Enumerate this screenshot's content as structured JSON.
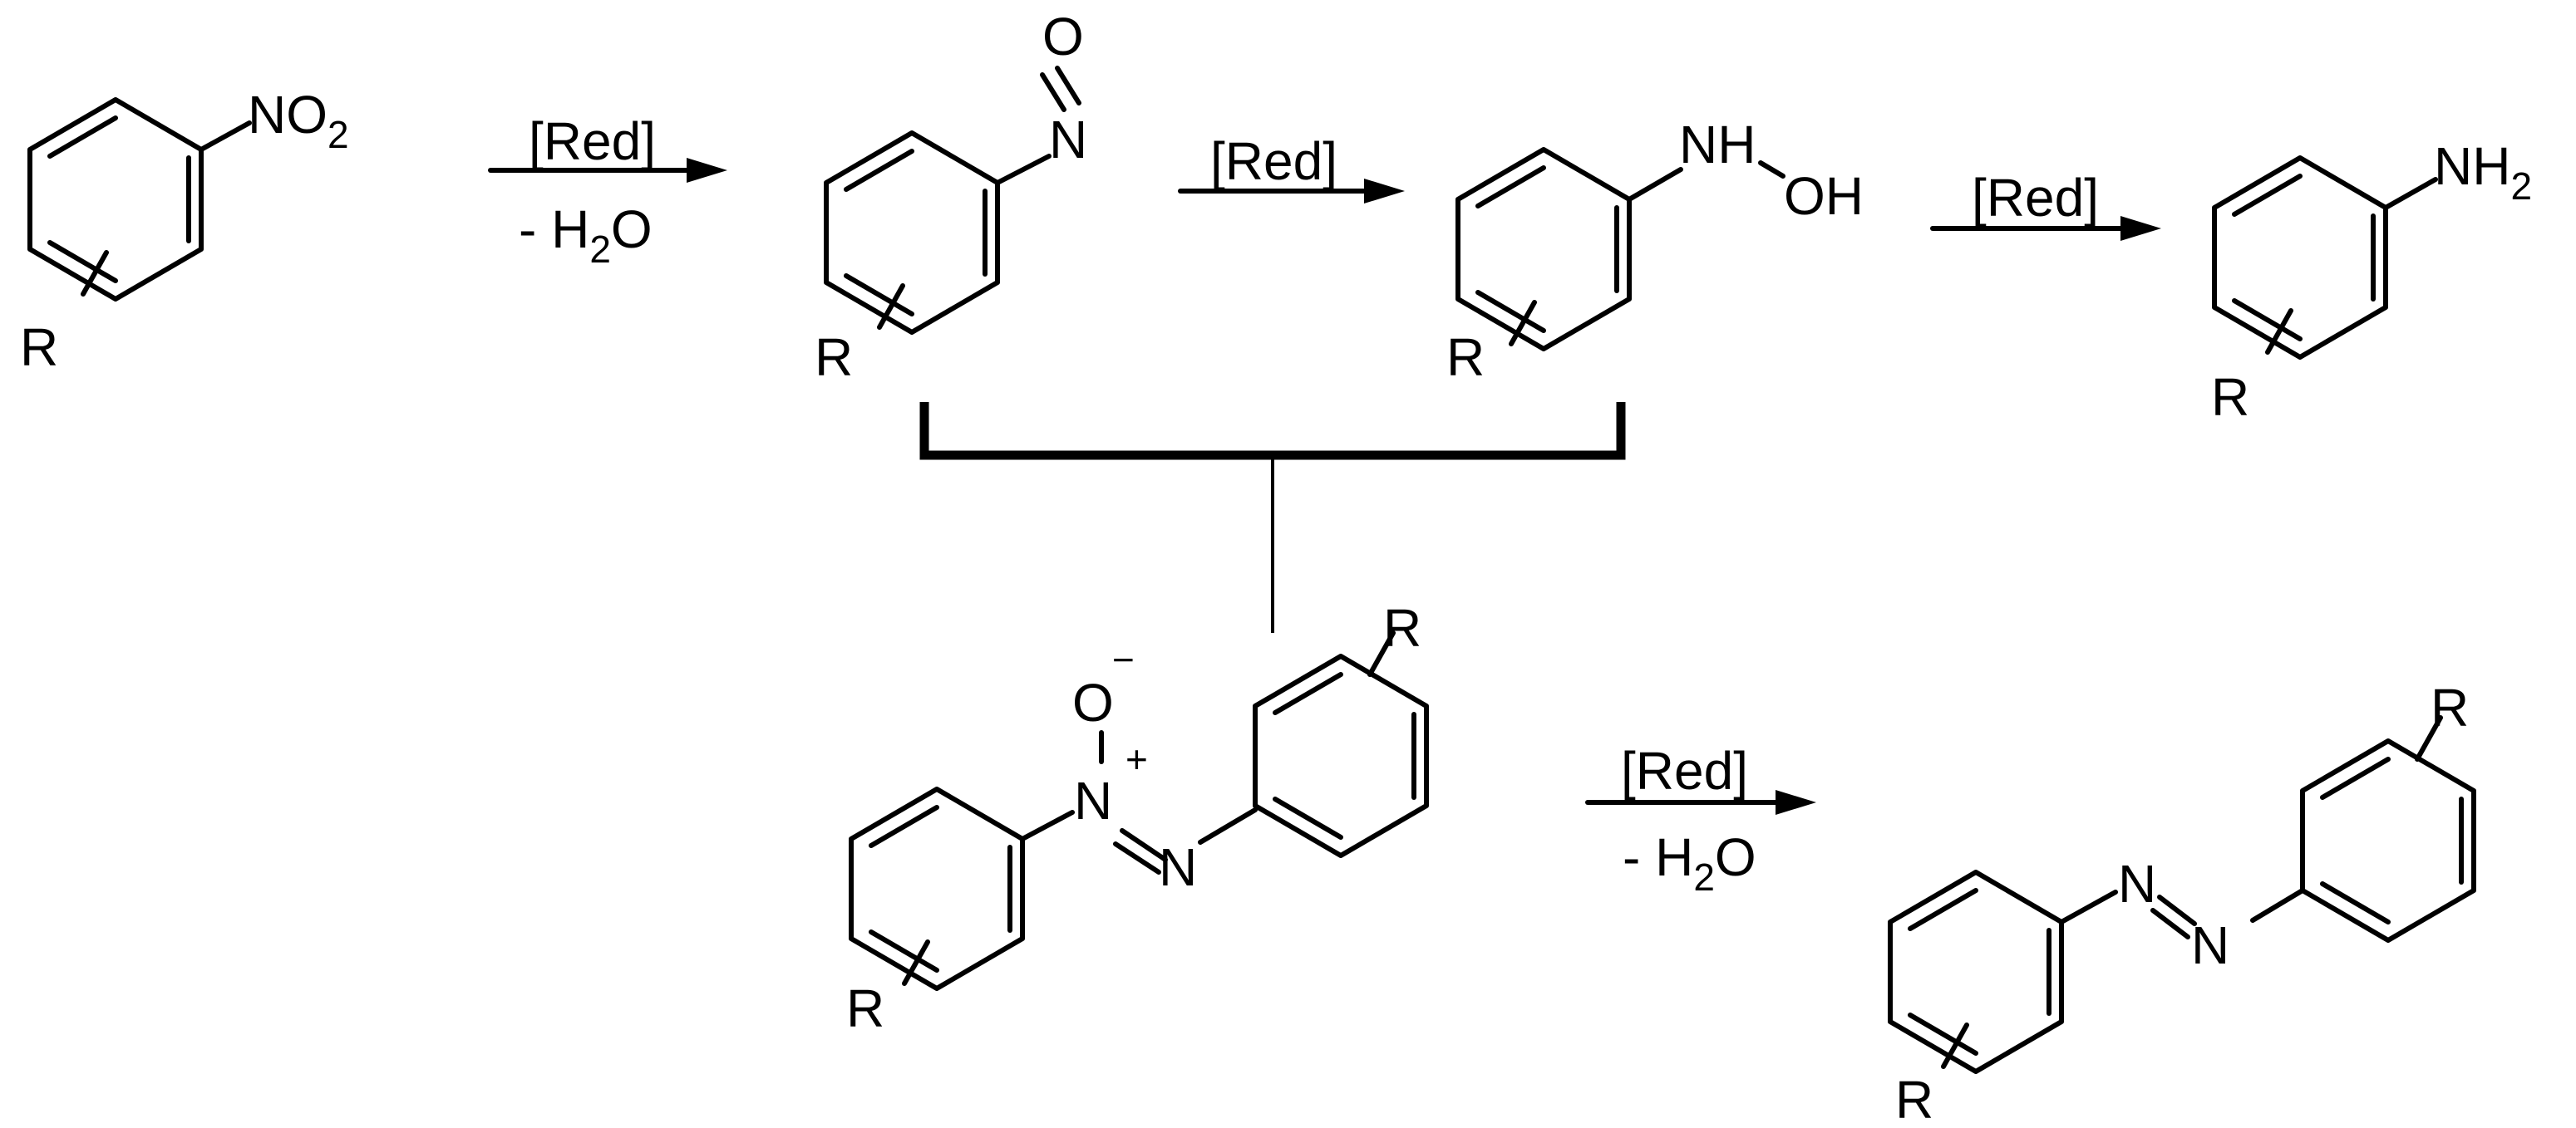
{
  "scheme": {
    "reagents": {
      "red1": "[Red]",
      "water1": "- H",
      "red2": "[Red]",
      "red3": "[Red]",
      "red4": "[Red]",
      "water4": "- H"
    },
    "subscript_two": "2",
    "water_o": "O",
    "labels": {
      "nitro": "NO",
      "r": "R",
      "nitroso_n": "N",
      "nitroso_o": "O",
      "nh": "NH",
      "oh": "OH",
      "nh2": "NH",
      "azoxy_o": "O",
      "minus": "−",
      "plus": "+",
      "n": "N"
    }
  }
}
